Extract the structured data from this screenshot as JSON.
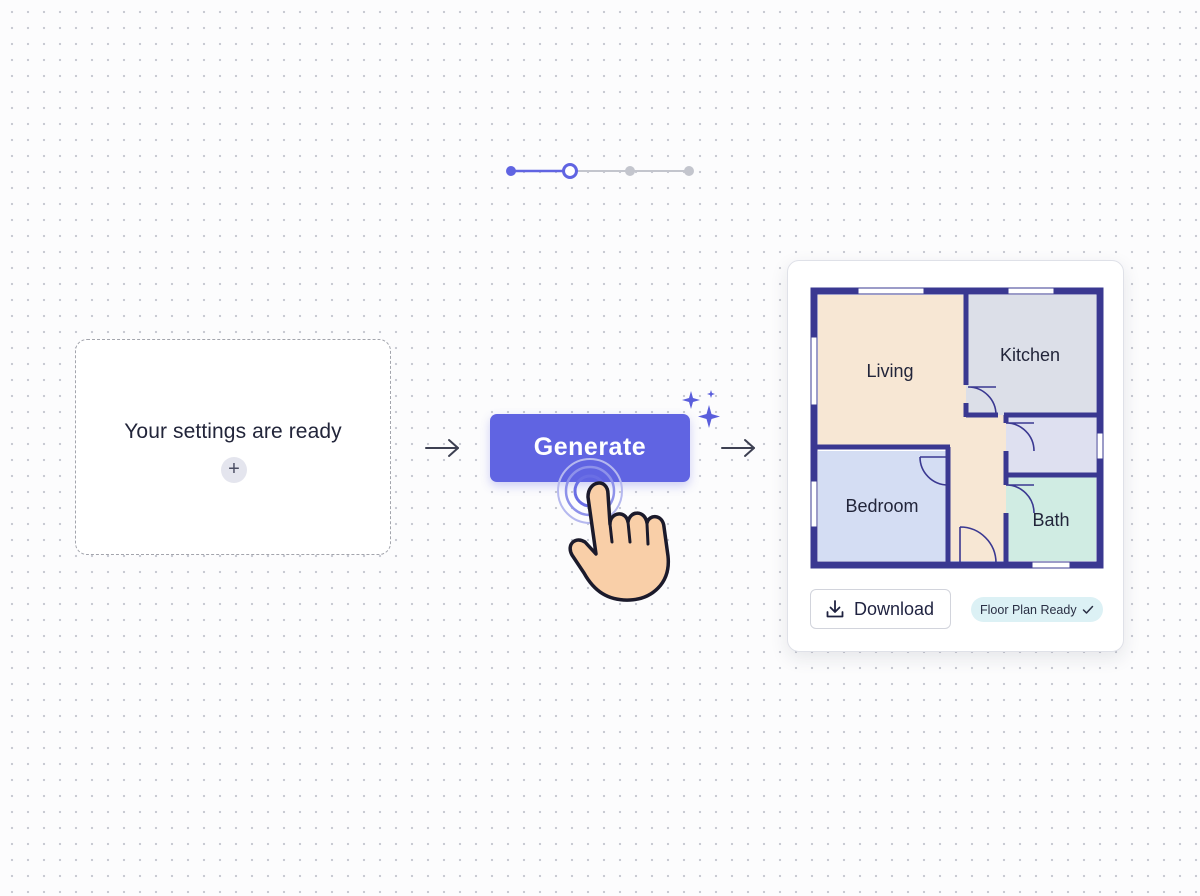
{
  "stepper": {
    "total_steps": 4,
    "current_step": 2,
    "colors": {
      "active": "#6064e2",
      "inactive": "#c3c5cd"
    }
  },
  "settings_card": {
    "text": "Your settings are ready",
    "add_icon": "plus-icon",
    "add_label": "+"
  },
  "arrows": {
    "icon": "arrow-right-icon"
  },
  "generate_button": {
    "label": "Generate",
    "color": "#6064e2",
    "decoration_icons": [
      "sparkles-icon",
      "pointing-hand-icon"
    ]
  },
  "result_card": {
    "rooms": [
      "Living",
      "Kitchen",
      "Bedroom",
      "Bath"
    ],
    "room_colors": {
      "living": "#f7e7d4",
      "kitchen": "#dcdfe8",
      "bedroom": "#d4ddf3",
      "bath": "#d0ece3",
      "closet": "#dee0f0",
      "hall": "#f7e7d4"
    },
    "wall_color": "#3a3891",
    "download_icon": "download-icon",
    "download_label": "Download",
    "status_label": "Floor Plan Ready",
    "status_icon": "check-icon",
    "status_color": "#dcf1f5"
  }
}
